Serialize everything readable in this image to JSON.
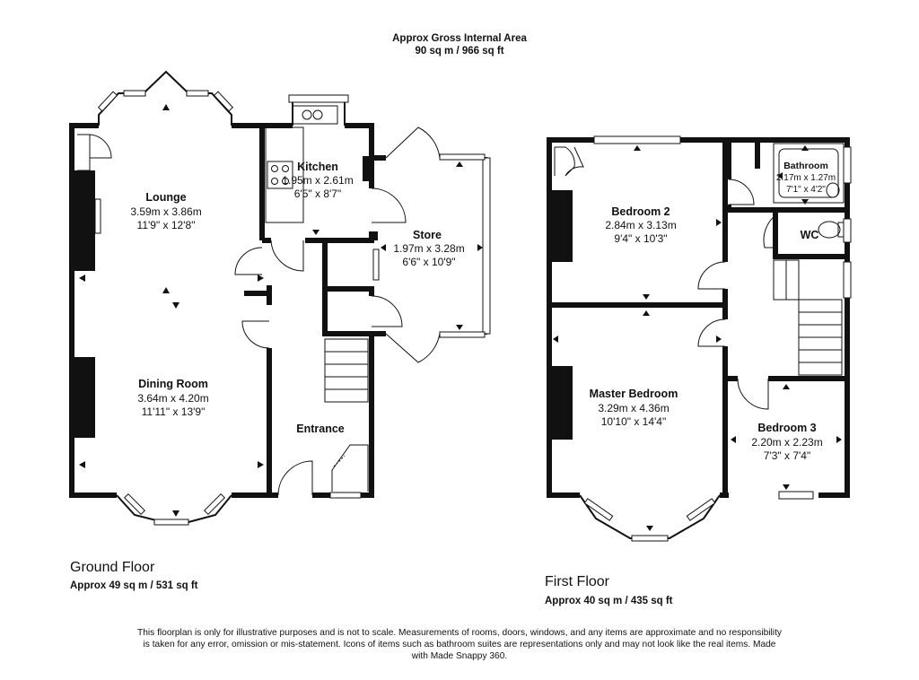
{
  "summary": {
    "line1": "Approx Gross Internal Area",
    "line2": "90 sq m / 966 sq ft"
  },
  "ground_floor": {
    "title": "Ground Floor",
    "area": "Approx 49 sq m / 531 sq ft",
    "rooms": {
      "lounge": {
        "name": "Lounge",
        "metric": "3.59m x 3.86m",
        "imperial": "11'9\" x 12'8\""
      },
      "dining": {
        "name": "Dining Room",
        "metric": "3.64m x 4.20m",
        "imperial": "11'11\" x 13'9\""
      },
      "kitchen": {
        "name": "Kitchen",
        "metric": "1.95m x 2.61m",
        "imperial": "6'5\" x 8'7\""
      },
      "store": {
        "name": "Store",
        "metric": "1.97m x 3.28m",
        "imperial": "6'6\" x 10'9\""
      },
      "entrance": {
        "name": "Entrance"
      }
    }
  },
  "first_floor": {
    "title": "First Floor",
    "area": "Approx 40 sq m / 435 sq ft",
    "rooms": {
      "bedroom2": {
        "name": "Bedroom 2",
        "metric": "2.84m x 3.13m",
        "imperial": "9'4\" x 10'3\""
      },
      "bathroom": {
        "name": "Bathroom",
        "metric": "2.17m x 1.27m",
        "imperial": "7'1\" x 4'2\""
      },
      "wc": {
        "name": "WC"
      },
      "master": {
        "name": "Master Bedroom",
        "metric": "3.29m x 4.36m",
        "imperial": "10'10\" x 14'4\""
      },
      "bedroom3": {
        "name": "Bedroom 3",
        "metric": "2.20m x 2.23m",
        "imperial": "7'3\" x 7'4\""
      }
    }
  },
  "disclaimer": "This floorplan is only for illustrative purposes and is not to scale. Measurements of rooms, doors, windows, and any items are approximate and no responsibility is taken for any error, omission or mis-statement. Icons of items such as bathroom suites are representations only and may not look like the real items. Made with Made Snappy 360."
}
